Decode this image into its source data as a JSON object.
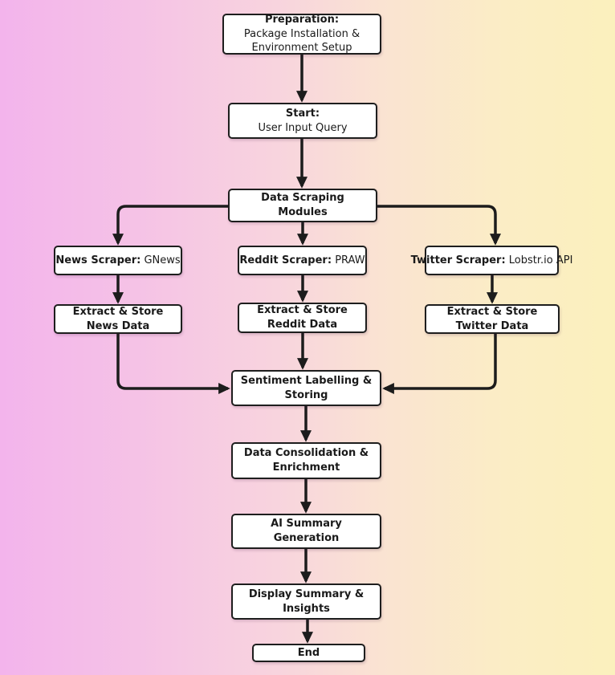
{
  "diagram": {
    "type": "flowchart",
    "direction": "top-down",
    "colors": {
      "background_gradient": [
        "#f3b4ec",
        "#f8d4de",
        "#fbf0bd"
      ],
      "node_fill": "#ffffff",
      "node_border": "#1e1e1e",
      "arrow": "#1c1c1c",
      "text": "#1a1a1a"
    },
    "nodes": {
      "preparation": {
        "title": "Preparation:",
        "subtitle": "Package Installation & Environment Setup"
      },
      "start": {
        "title": "Start:",
        "subtitle": "User Input Query"
      },
      "scraping": {
        "label": "Data Scraping Modules"
      },
      "news_scraper": {
        "label": "News Scraper:",
        "value": "GNews"
      },
      "reddit_scraper": {
        "label": "Reddit Scraper:",
        "value": "PRAW"
      },
      "twitter_scraper": {
        "label": "Twitter Scraper:",
        "value": "Lobstr.io API"
      },
      "extract_news": {
        "label": "Extract & Store News Data"
      },
      "extract_reddit": {
        "label": "Extract & Store Reddit Data"
      },
      "extract_twitter": {
        "label": "Extract & Store Twitter Data"
      },
      "sentiment": {
        "label": "Sentiment Labelling & Storing"
      },
      "consolidation": {
        "label": "Data Consolidation & Enrichment"
      },
      "ai_summary": {
        "label": "AI Summary Generation"
      },
      "display_summary": {
        "label": "Display Summary & Insights"
      },
      "end": {
        "label": "End"
      }
    },
    "edges": [
      {
        "from": "preparation",
        "to": "start"
      },
      {
        "from": "start",
        "to": "scraping"
      },
      {
        "from": "scraping",
        "to": "news_scraper"
      },
      {
        "from": "scraping",
        "to": "reddit_scraper"
      },
      {
        "from": "scraping",
        "to": "twitter_scraper"
      },
      {
        "from": "news_scraper",
        "to": "extract_news"
      },
      {
        "from": "reddit_scraper",
        "to": "extract_reddit"
      },
      {
        "from": "twitter_scraper",
        "to": "extract_twitter"
      },
      {
        "from": "extract_news",
        "to": "sentiment"
      },
      {
        "from": "extract_reddit",
        "to": "sentiment"
      },
      {
        "from": "extract_twitter",
        "to": "sentiment"
      },
      {
        "from": "sentiment",
        "to": "consolidation"
      },
      {
        "from": "consolidation",
        "to": "ai_summary"
      },
      {
        "from": "ai_summary",
        "to": "display_summary"
      },
      {
        "from": "display_summary",
        "to": "end"
      }
    ]
  }
}
